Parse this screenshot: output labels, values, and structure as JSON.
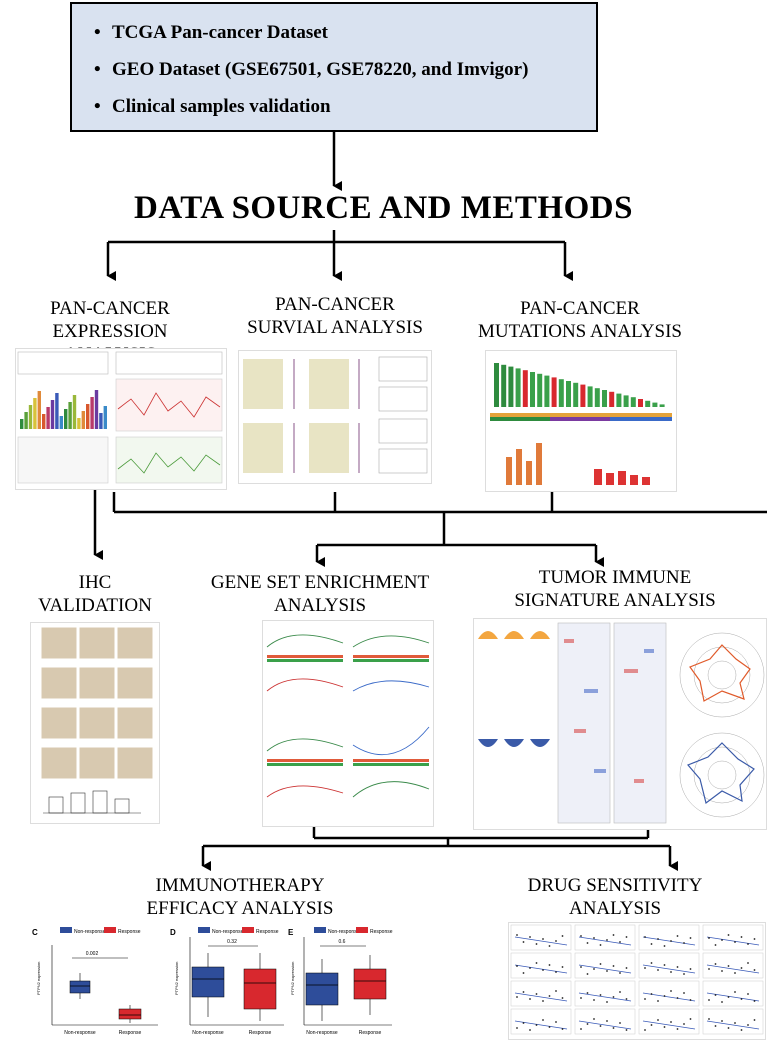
{
  "data_sources": [
    "TCGA Pan-cancer Dataset",
    "GEO Dataset (GSE67501, GSE78220, and Imvigor)",
    "Clinical samples validation"
  ],
  "main_title": "DATA SOURCE AND METHODS",
  "analyses": {
    "expression": {
      "line1": "PAN-CANCER",
      "line2": "EXPRESSION ANALYSIS"
    },
    "survival": {
      "line1": "PAN-CANCER",
      "line2": "SURVIAL ANALYSIS"
    },
    "mutations": {
      "line1": "PAN-CANCER",
      "line2": "MUTATIONS ANALYSIS"
    },
    "ihc": {
      "line1": "IHC",
      "line2": "VALIDATION"
    },
    "gsea": {
      "line1": "GENE SET ENRICHMENT",
      "line2": "ANALYSIS"
    },
    "immune": {
      "line1": "TUMOR IMMUNE",
      "line2": "SIGNATURE ANALYSIS"
    },
    "immunotherapy": {
      "line1": "IMMUNOTHERAPY",
      "line2": "EFFICACY ANALYSIS"
    },
    "drug": {
      "line1": "DRUG SENSITIVITY",
      "line2": "ANALYSIS"
    }
  },
  "immunotherapy_panels": [
    {
      "letter": "C",
      "p_value": "0.002",
      "xlabels": [
        "Non-response",
        "Response"
      ],
      "ylabel": "PTPN2 expression"
    },
    {
      "letter": "D",
      "p_value": "0.32",
      "xlabels": [
        "Non-response",
        "Response"
      ],
      "ylabel": "PTPN2 expression"
    },
    {
      "letter": "E",
      "p_value": "0.6",
      "xlabels": [
        "Non-response",
        "Response"
      ],
      "ylabel": "PTPN2 expression"
    }
  ],
  "legend": {
    "non_response": "Non-response",
    "response": "Response"
  },
  "colors": {
    "box_bg": "#d9e2f0",
    "non_response": "#2e4d9a",
    "response": "#d8282e",
    "green": "#2e8b3e"
  }
}
